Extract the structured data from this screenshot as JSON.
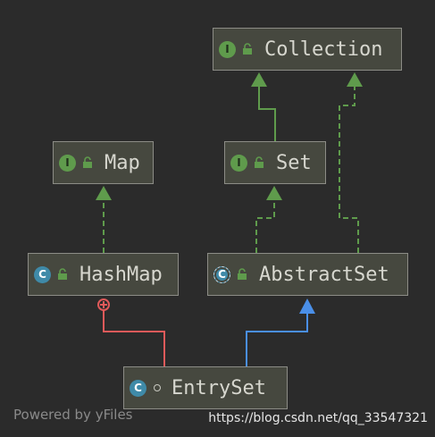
{
  "nodes": {
    "collection": {
      "label": "Collection",
      "kind": "I"
    },
    "set": {
      "label": "Set",
      "kind": "I"
    },
    "map": {
      "label": "Map",
      "kind": "I"
    },
    "hashmap": {
      "label": "HashMap",
      "kind": "C"
    },
    "abstractset": {
      "label": "AbstractSet",
      "kind": "C"
    },
    "entryset": {
      "label": "EntrySet",
      "kind": "C"
    }
  },
  "edges": [
    {
      "from": "set",
      "to": "collection",
      "type": "extends",
      "color": "#5f9b4c"
    },
    {
      "from": "abstractset",
      "to": "set",
      "type": "implements",
      "color": "#5f9b4c"
    },
    {
      "from": "abstractset",
      "to": "collection",
      "type": "implements",
      "color": "#5f9b4c"
    },
    {
      "from": "hashmap",
      "to": "map",
      "type": "implements",
      "color": "#5f9b4c"
    },
    {
      "from": "entryset",
      "to": "abstractset",
      "type": "extends",
      "color": "#4a8fe8"
    },
    {
      "from": "entryset",
      "to": "hashmap",
      "type": "inner-class",
      "color": "#e05a5a"
    }
  ],
  "icons": {
    "interface": "interface-icon",
    "class": "class-icon",
    "lock": "lock-icon"
  },
  "footer": {
    "left": "Powered by yFiles",
    "right": "https://blog.csdn.net/qq_33547321"
  }
}
